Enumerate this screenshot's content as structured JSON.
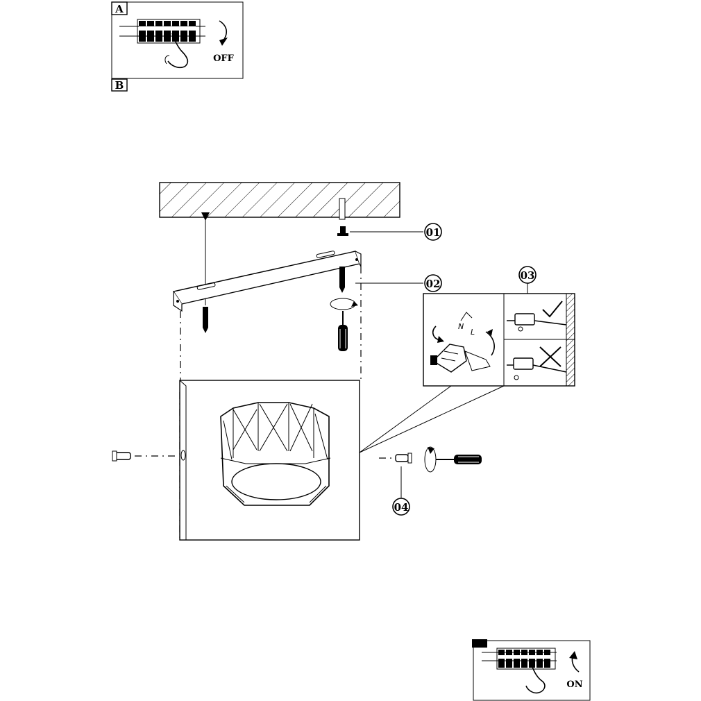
{
  "panel_a": {
    "letter": "A",
    "switch_state": "OFF"
  },
  "panel_b": {
    "letter": "B"
  },
  "callouts": [
    {
      "id": "01"
    },
    {
      "id": "02"
    },
    {
      "id": "03"
    },
    {
      "id": "04"
    }
  ],
  "panel_final": {
    "switch_state": "ON"
  },
  "wiring_marks": {
    "neutral": "N",
    "live": "L"
  }
}
